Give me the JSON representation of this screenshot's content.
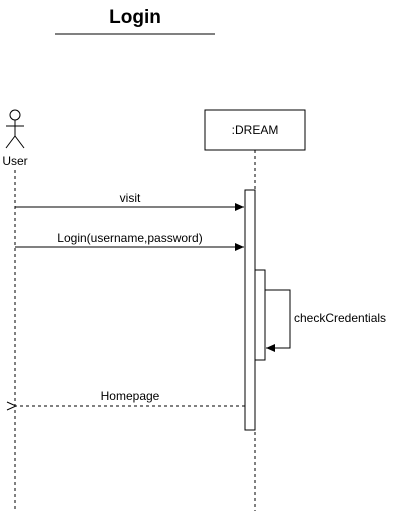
{
  "diagram": {
    "title": "Login",
    "participants": {
      "actor": "User",
      "system": ":DREAM"
    },
    "messages": [
      {
        "label": "visit",
        "from": "User",
        "to": ":DREAM",
        "kind": "sync"
      },
      {
        "label": "Login(username,password)",
        "from": "User",
        "to": ":DREAM",
        "kind": "sync"
      },
      {
        "label": "checkCredentials",
        "from": ":DREAM",
        "to": ":DREAM",
        "kind": "self"
      },
      {
        "label": "Homepage",
        "from": ":DREAM",
        "to": "User",
        "kind": "return"
      }
    ]
  }
}
